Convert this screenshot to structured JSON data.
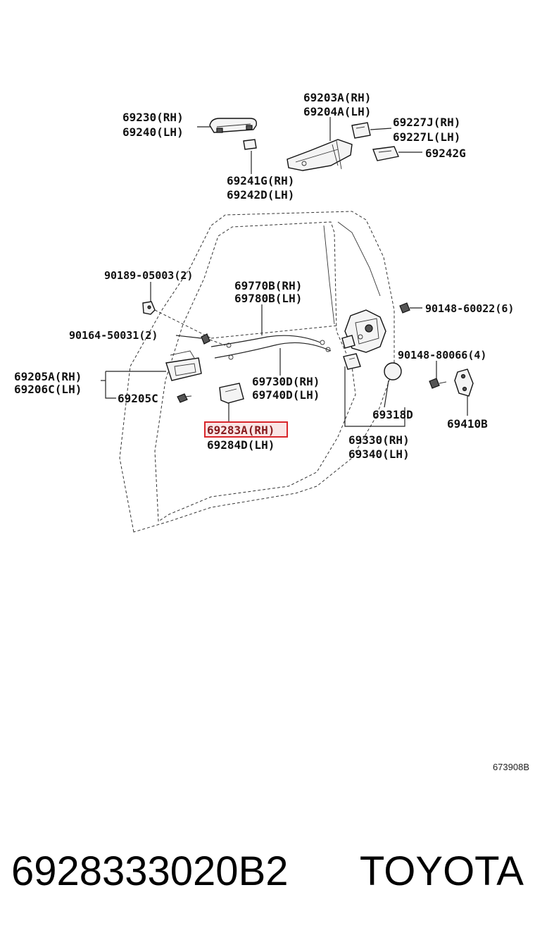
{
  "labels": {
    "p69230": "69230(RH)",
    "p69240": "69240(LH)",
    "p69203a": "69203A(RH)",
    "p69204a": "69204A(LH)",
    "p69227j": "69227J(RH)",
    "p69227l": "69227L(LH)",
    "p69242g": "69242G",
    "p69241g": "69241G(RH)",
    "p69242d": "69242D(LH)",
    "p90189": "90189-05003(2)",
    "p69770b": "69770B(RH)",
    "p69780b": "69780B(LH)",
    "p90148a": "90148-60022(6)",
    "p90164": "90164-50031(2)",
    "p90148b": "90148-80066(4)",
    "p69205a": "69205A(RH)",
    "p69206c": "69206C(LH)",
    "p69205c": "69205C",
    "p69730d": "69730D(RH)",
    "p69740d": "69740D(LH)",
    "p69318d": "69318D",
    "p69410b": "69410B",
    "p69283a": "69283A(RH)",
    "p69284d": "69284D(LH)",
    "p69330": "69330(RH)",
    "p69340": "69340(LH)"
  },
  "highlight": {
    "part": "69283A(RH)",
    "color": "#d9262b"
  },
  "figure_code": "673908B",
  "footer": {
    "part_number": "6928333020B2",
    "brand": "TOYOTA"
  }
}
